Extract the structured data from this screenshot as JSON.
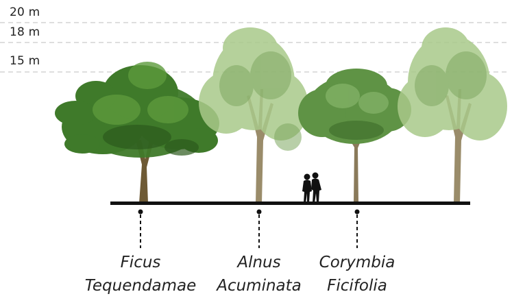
{
  "height_levels": [
    {
      "label": "20 m",
      "value_m": 20
    },
    {
      "label": "18 m",
      "value_m": 18
    },
    {
      "label": "15 m",
      "value_m": 15
    }
  ],
  "species": [
    {
      "line1": "Ficus",
      "line2": "Tequendamae"
    },
    {
      "line1": "Alnus",
      "line2": "Acuminata"
    },
    {
      "line1": "Corymbia",
      "line2": "Ficifolia"
    }
  ],
  "colors": {
    "ground": "#111111",
    "dashed_guide": "#bdbdbd",
    "ficus_foliage": "#3f7a2a",
    "alnus_foliage": "#a9c98a",
    "corymbia_foliage": "#5f9345",
    "trunk": "#8a7a5a",
    "people": "#111111"
  }
}
